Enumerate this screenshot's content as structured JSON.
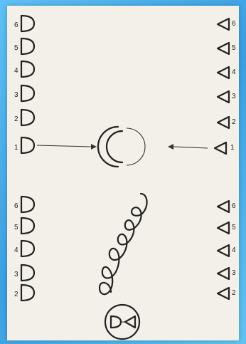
{
  "colors": {
    "ink": "#222222",
    "paper": "#f3f0ea",
    "frame": "#3fa9e8"
  },
  "top_group": {
    "left_d_labels": [
      "6",
      "5",
      "4",
      "3",
      "2",
      "1"
    ],
    "right_tri_labels": [
      "6",
      "5",
      "4",
      "3",
      "2",
      "1"
    ]
  },
  "bottom_group": {
    "left_d_labels": [
      "6",
      "5",
      "4",
      "3",
      "2"
    ],
    "right_tri_labels": [
      "6",
      "5",
      "4",
      "3",
      "2"
    ]
  },
  "center": {
    "ring": "double-c-ring",
    "helix": "spiral-coil",
    "bottom_symbol": "d-triangle-in-circle"
  }
}
